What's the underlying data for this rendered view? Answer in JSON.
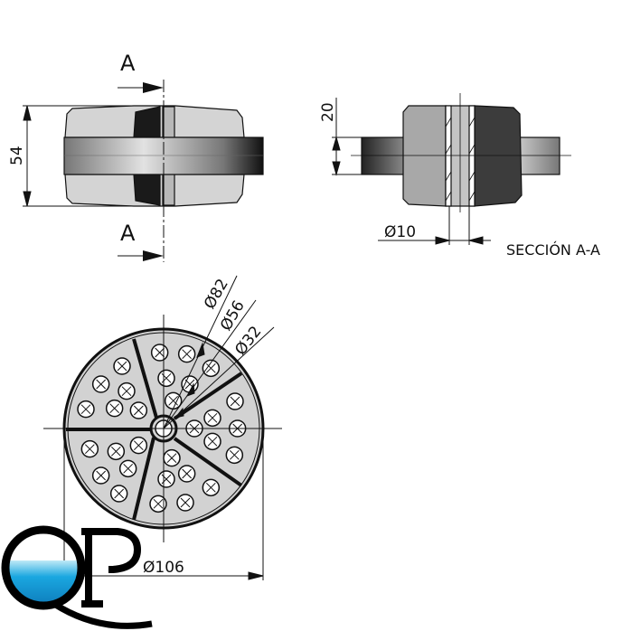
{
  "drawing": {
    "front_view": {
      "section_label_top": "A",
      "section_label_bottom": "A",
      "height_dim": "54"
    },
    "section_view": {
      "flange_dim": "20",
      "bore_dim": "Ø10",
      "caption": "SECCIÓN A-A"
    },
    "top_view": {
      "dia_outer": "Ø82",
      "dia_mid": "Ø56",
      "dia_inner": "Ø32",
      "overall_dim": "Ø106"
    },
    "logo": {
      "text": "QP"
    },
    "colors": {
      "line": "#111111",
      "fill_light": "#d0d0d0",
      "fill_dark": "#1a1a1a",
      "water": "#1e9ad6"
    }
  }
}
